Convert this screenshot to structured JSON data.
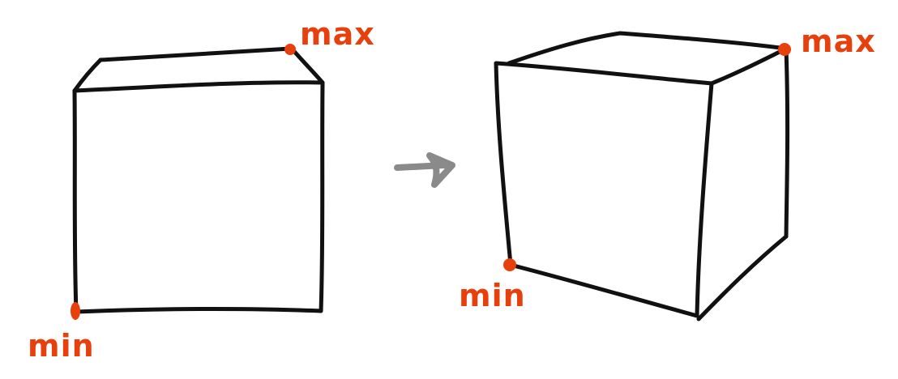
{
  "colors": {
    "outline": "#111111",
    "accent": "#e8400c",
    "arrow": "#8a8a8a",
    "background": "#ffffff"
  },
  "left_cube": {
    "max_label": "max",
    "min_label": "min"
  },
  "right_cube": {
    "max_label": "max",
    "min_label": "min"
  },
  "transition_icon": "arrow-right-icon"
}
